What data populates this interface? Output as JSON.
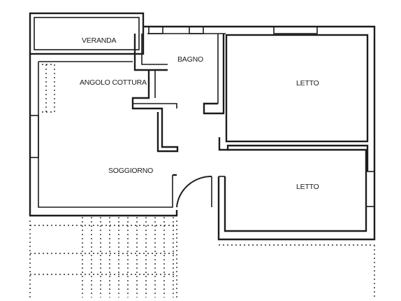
{
  "rooms": {
    "veranda": "VERANDA",
    "bagno": "BAGNO",
    "angolo_cottura": "ANGOLO COTTURA",
    "letto_1": "LETTO",
    "soggiorno": "SOGGIORNO",
    "letto_2": "LETTO"
  },
  "colors": {
    "wall": "#1c1c1c",
    "background": "#ffffff"
  }
}
